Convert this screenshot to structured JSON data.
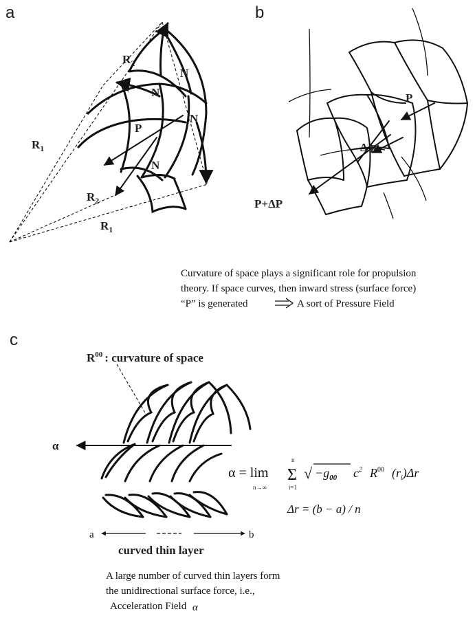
{
  "panel_a": {
    "letter": "a",
    "labels": {
      "r1_outer": "R",
      "r1_outer_sub": "1",
      "r2_top": "R",
      "r2_top_sub": "2",
      "r2_bottom": "R",
      "r2_bottom_sub": "2",
      "r1_bottom": "R",
      "r1_bottom_sub": "1",
      "n": "N",
      "p": "P"
    }
  },
  "panel_b": {
    "letter": "b",
    "labels": {
      "p_top": "P",
      "p_mid": "P",
      "delta": "Δ",
      "p_plus_dp": "P+ΔP"
    }
  },
  "caption_ab": [
    "Curvature of space plays a significant role for propulsion",
    "theory. If space curves, then inward stress (surface force)",
    "“P” is generated",
    "A sort of Pressure Field"
  ],
  "panel_c": {
    "letter": "c",
    "r00_base": "R",
    "r00_sup": "00",
    "r00_text": ": curvature of space",
    "alpha": "α",
    "a_label": "a",
    "b_label": "b",
    "layer_label": "curved thin layer"
  },
  "equation": {
    "alpha_eq": "α = lim",
    "limit": "n→∞",
    "sum": "Σ",
    "sum_top": "n",
    "sum_bottom": "i=1",
    "sqrt_sign": "√",
    "radicand": "−g",
    "g_sub": "00",
    "c2": "c",
    "c2_sup": "2",
    "r00": "R",
    "r00_sup": "00",
    "ri": "(r",
    "ri_sub": "i",
    "dr_tail": ")Δr",
    "delta_r": "Δr = (b − a) / n"
  },
  "caption_c": [
    "A large number of curved thin layers form",
    "the unidirectional surface force, i.e.,",
    "Acceleration Field",
    "α"
  ]
}
